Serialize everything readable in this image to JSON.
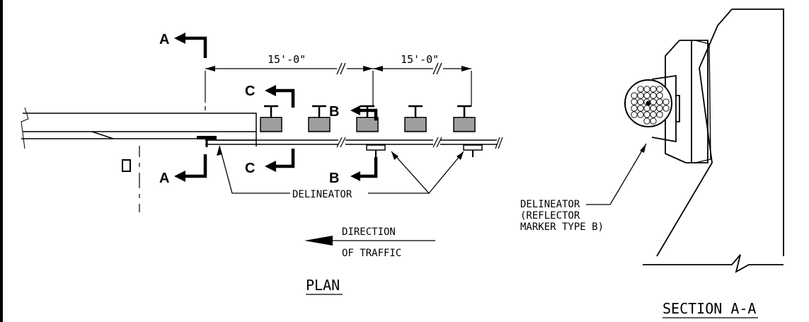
{
  "plan": {
    "title": "PLAN",
    "section_a_letter": "A",
    "section_b_letter": "B",
    "section_c_letter": "C",
    "dimension_1": "15'-0\"",
    "dimension_2": "15'-0\"",
    "delineator_label": "DELINEATOR",
    "direction_line1": "DIRECTION",
    "direction_line2": "OF TRAFFIC"
  },
  "section": {
    "title": "SECTION A-A",
    "callout_line1": "DELINEATOR",
    "callout_line2": "(REFLECTOR",
    "callout_line3": "MARKER TYPE B)"
  }
}
